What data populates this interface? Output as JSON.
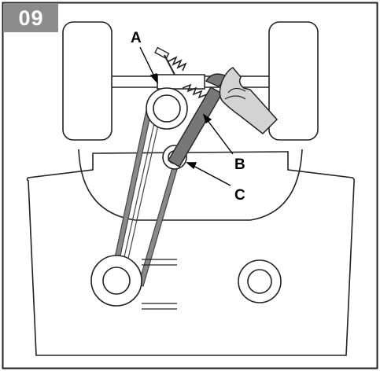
{
  "figure": {
    "number": "09",
    "callouts": {
      "a": "A",
      "b": "B",
      "c": "C"
    }
  }
}
